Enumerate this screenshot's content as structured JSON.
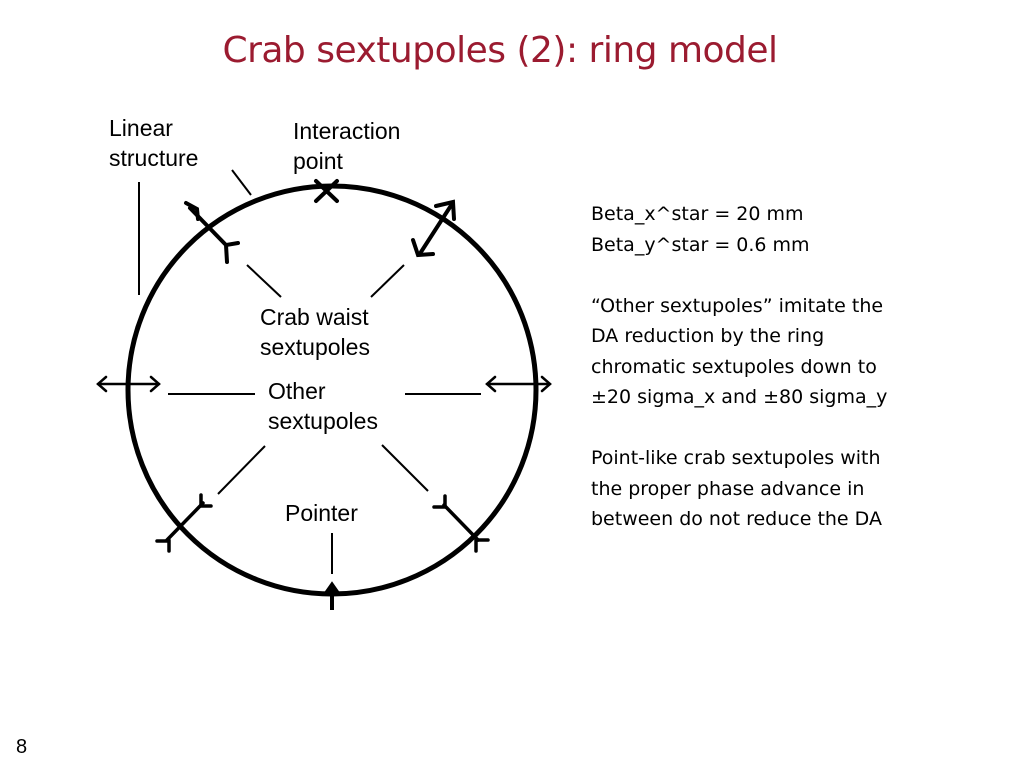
{
  "title": "Crab sextupoles (2): ring model",
  "diagram": {
    "linear_structure": [
      "Linear",
      "structure"
    ],
    "interaction_point": [
      "Interaction",
      "point"
    ],
    "crab_waist_sextupoles": [
      "Crab waist",
      "sextupoles"
    ],
    "other_sextupoles": [
      "Other",
      "sextupoles"
    ],
    "pointer": "Pointer"
  },
  "notes": {
    "params": [
      "Beta_x^star = 20 mm",
      "Beta_y^star = 0.6 mm"
    ],
    "paragraph1": [
      "“Other sextupoles” imitate the",
      "DA reduction by the ring",
      "chromatic sextupoles down to",
      "±20 sigma_x and ±80 sigma_y"
    ],
    "paragraph2": [
      "Point-like crab sextupoles with",
      "the proper phase advance in",
      "between do not reduce the DA"
    ]
  },
  "page_number": "8"
}
